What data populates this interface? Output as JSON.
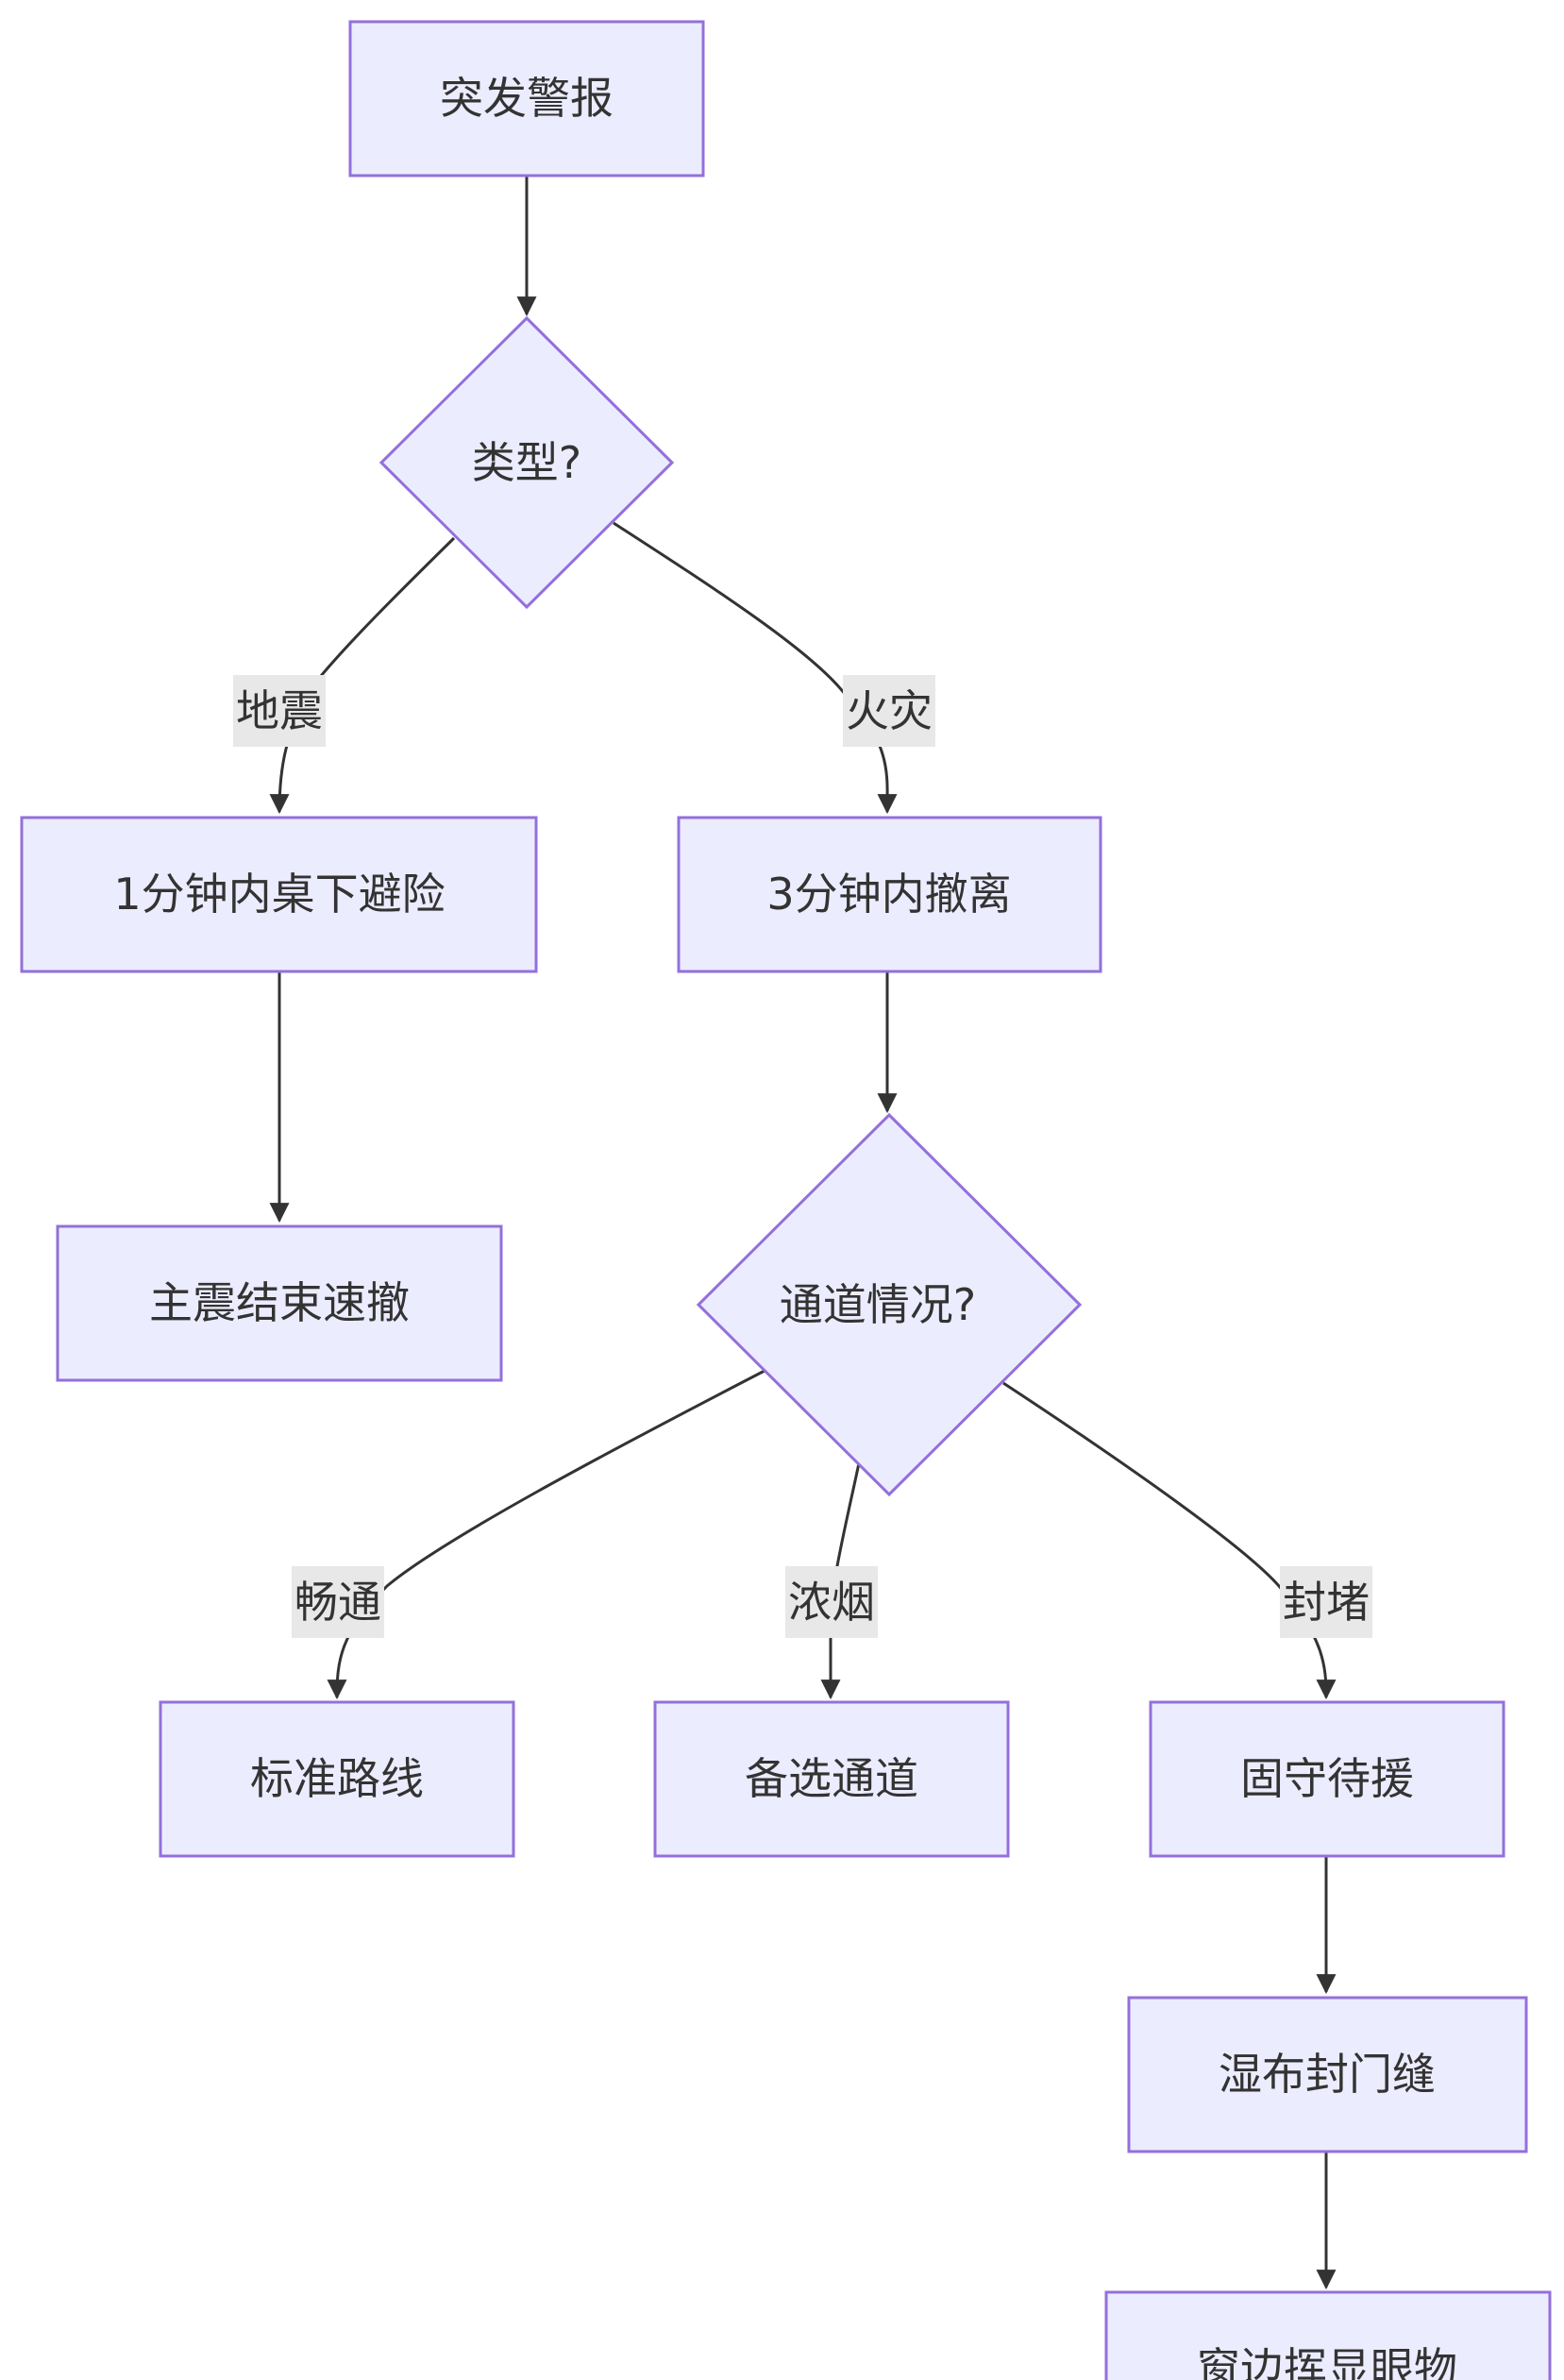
{
  "nodes": {
    "alert": "突发警报",
    "type_decision": "类型?",
    "earthquake_shelter": "1分钟内桌下避险",
    "fire_evacuate": "3分钟内撤离",
    "earthquake_after": "主震结束速撤",
    "passage_decision": "通道情况?",
    "standard_route": "标准路线",
    "alternate_passage": "备选通道",
    "stay_wait": "固守待援",
    "seal_door": "湿布封门缝",
    "window_signal": "窗边挥显眼物"
  },
  "edge_labels": {
    "earthquake": "地震",
    "fire": "火灾",
    "clear": "畅通",
    "smoke": "浓烟",
    "blocked": "封堵"
  },
  "colors": {
    "node_fill": "#ECECFF",
    "node_stroke": "#9370DB",
    "edge": "#333333",
    "label_bg": "#e8e8e8"
  }
}
